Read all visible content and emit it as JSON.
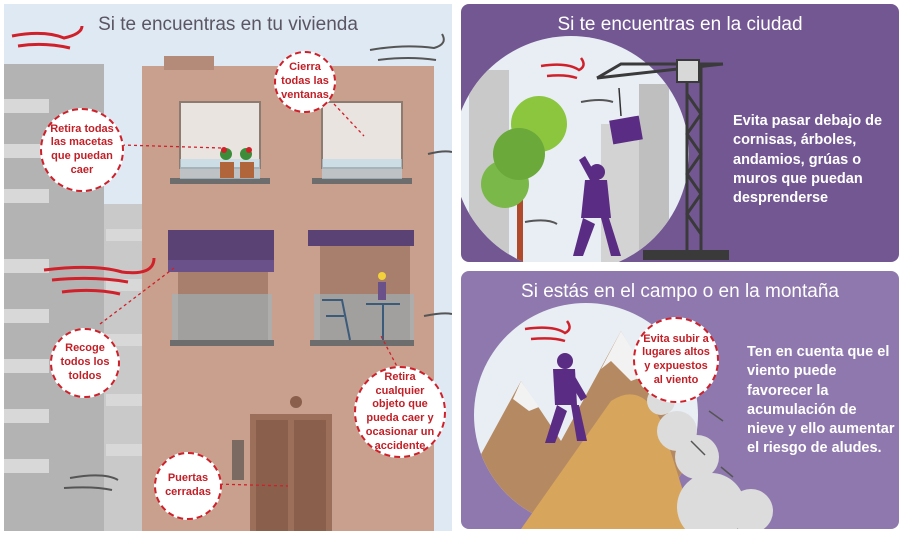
{
  "left_panel": {
    "title": "Si te encuentras en tu vivienda",
    "labels": {
      "macetas": "Retira todas las macetas que puedan caer",
      "ventanas": "Cierra todas las ventanas",
      "toldos": "Recoge todos los toldos",
      "objetos": "Retira cualquier objeto que pueda caer y ocasionar un accidente",
      "puertas": "Puertas cerradas"
    }
  },
  "city_panel": {
    "title": "Si te encuentras en la ciudad",
    "text": "Evita pasar debajo de cornisas, árboles, andamios, grúas o muros que puedan desprenderse"
  },
  "mountain_panel": {
    "title": "Si estás en el campo o en la montaña",
    "bubble": "Evita subir a lugares altos y expuestos al viento",
    "text": "Ten en cuenta que el viento puede favorecer la acumulación de nieve y ello aumentar  el riesgo de aludes."
  },
  "colors": {
    "purple_dark": "#735792",
    "purple_light": "#8e78ad",
    "building": "#c9a08d",
    "warning_red": "#d0202a"
  }
}
